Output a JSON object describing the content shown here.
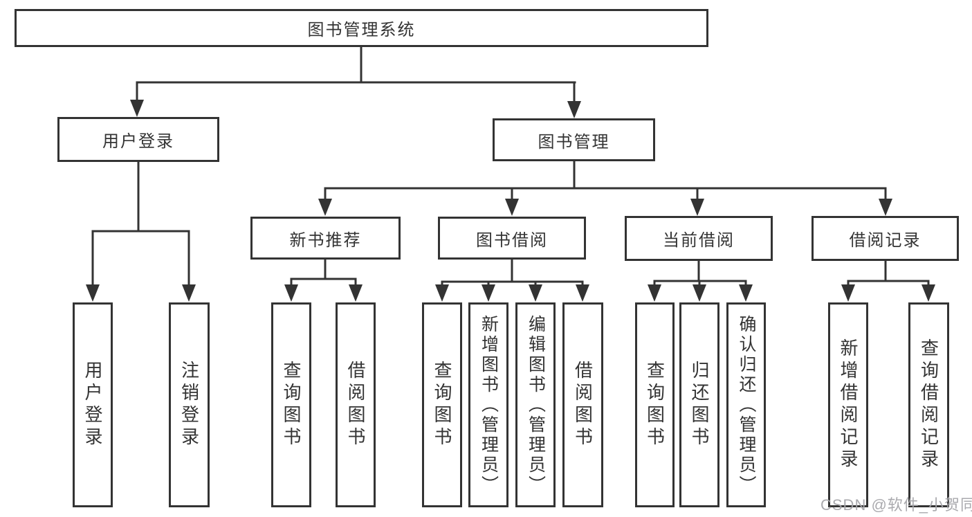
{
  "title": "图书管理系统",
  "watermark": "CSDN @软件_小贺同学",
  "colors": {
    "line": "#333333",
    "box_border": "#333333",
    "text": "#333333",
    "background": "#ffffff",
    "watermark": "#a5a5aa"
  },
  "tree": {
    "root": {
      "label": "图书管理系统"
    },
    "user_login": {
      "label": "用户登录",
      "children": {
        "login": {
          "label": "用户登录"
        },
        "logout": {
          "label": "注销登录"
        }
      }
    },
    "book_mgmt": {
      "label": "图书管理",
      "sections": {
        "new_rec": {
          "label": "新书推荐",
          "children": {
            "query": {
              "label": "查询图书"
            },
            "borrow": {
              "label": "借阅图书"
            }
          }
        },
        "borrow": {
          "label": "图书借阅",
          "children": {
            "query": {
              "label": "查询图书"
            },
            "add": {
              "label": "新增图书（管理员）"
            },
            "edit": {
              "label": "编辑图书（管理员）"
            },
            "borrow": {
              "label": "借阅图书"
            }
          }
        },
        "current": {
          "label": "当前借阅",
          "children": {
            "query": {
              "label": "查询图书"
            },
            "return": {
              "label": "归还图书"
            },
            "confirm": {
              "label": "确认归还（管理员）"
            }
          }
        },
        "records": {
          "label": "借阅记录",
          "children": {
            "add": {
              "label": "新增借阅记录"
            },
            "query": {
              "label": "查询借阅记录"
            }
          }
        }
      }
    }
  }
}
